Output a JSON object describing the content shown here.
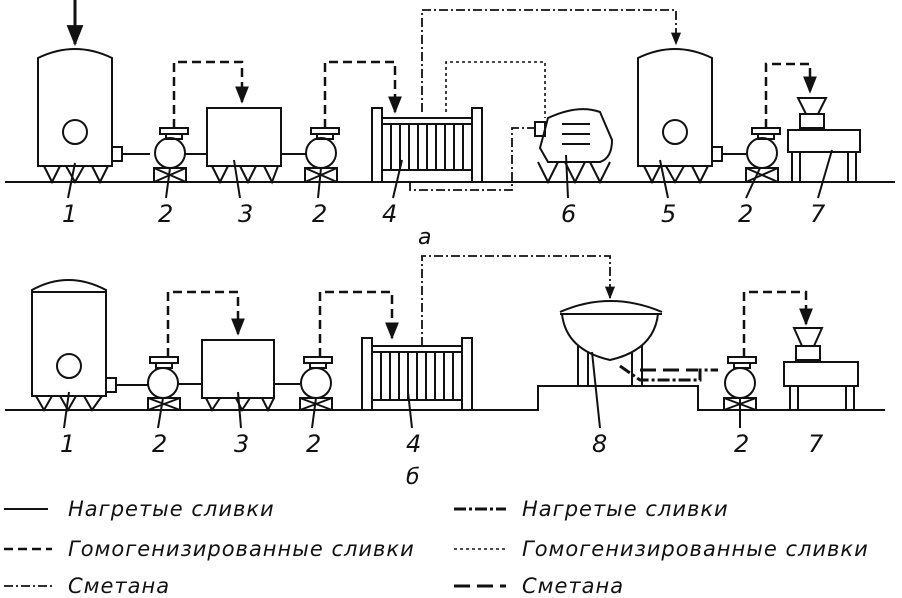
{
  "scheme_a": {
    "sublabel": "а",
    "labels": [
      "1",
      "2",
      "3",
      "2",
      "4",
      "6",
      "5",
      "2",
      "7"
    ]
  },
  "scheme_b": {
    "sublabel": "б",
    "labels": [
      "1",
      "2",
      "3",
      "2",
      "4",
      "8",
      "2",
      "7"
    ]
  },
  "legend": [
    {
      "style": "solid",
      "text": "Нагретые сливки"
    },
    {
      "style": "thick-dash-dot",
      "text": "Нагретые сливки"
    },
    {
      "style": "dashed",
      "text": "Гомогенизированные сливки"
    },
    {
      "style": "dotted",
      "text": "Гомогенизированные сливки"
    },
    {
      "style": "dash-dot",
      "text": "Сметана"
    },
    {
      "style": "long-dash",
      "text": "Сметана"
    }
  ]
}
